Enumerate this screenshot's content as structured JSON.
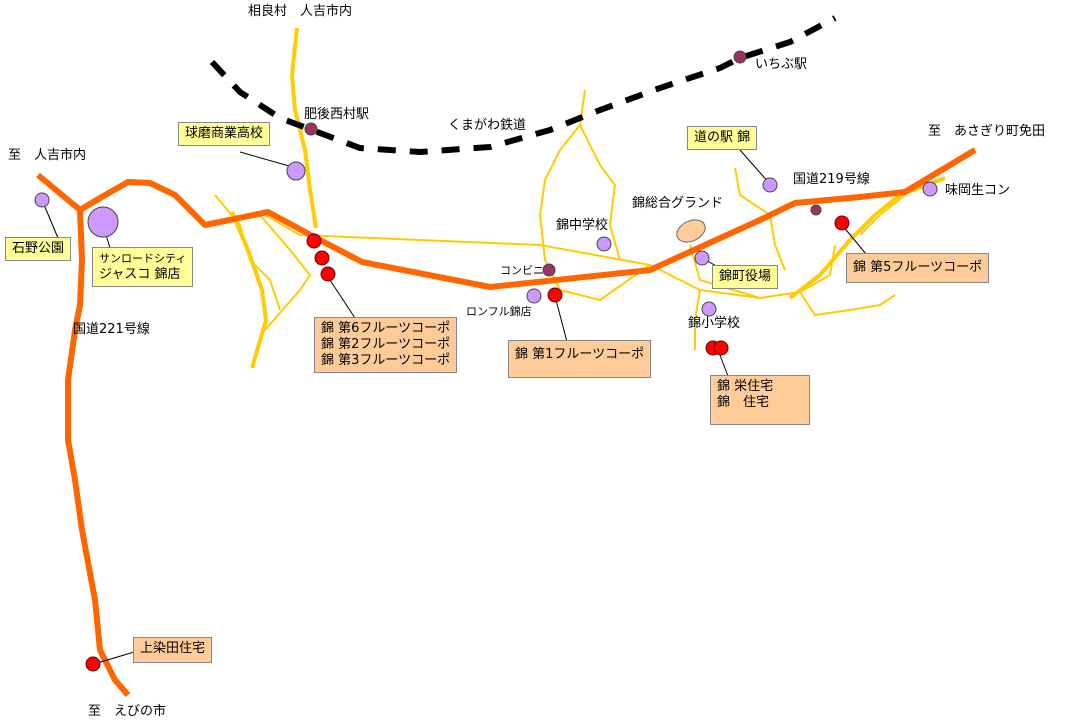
{
  "labels": {
    "north_dest": "相良村　人吉市内",
    "west_dest": "至　人吉市内",
    "east_dest": "至　あさぎり町免田",
    "south_dest": "至　えびの市",
    "railway": "くまがわ鉄道",
    "station_higo_nishimura": "肥後西村駅",
    "station_ichibu": "いちぶ駅",
    "route_219": "国道219号線",
    "route_221": "国道221号線",
    "nishiki_jhs": "錦中学校",
    "nishiki_sports_ground": "錦総合グランド",
    "misogi": "味岡生コン",
    "convenience": "コンビニ",
    "ronfuru": "ロンフル錦店",
    "nishiki_es": "錦小学校"
  },
  "callouts": {
    "kuma_hs": "球磨商業高校",
    "ishino_park": "石野公園",
    "jusco": [
      "サンロードシティ",
      "ジャスコ 錦店"
    ],
    "michi_no_eki": "道の駅 錦",
    "town_office": "錦町役場",
    "fruits_5": "錦 第5フルーツコーポ",
    "fruits_6_2_3": [
      "錦 第6フルーツコーポ",
      "錦 第2フルーツコーポ",
      "錦 第3フルーツコーポ"
    ],
    "fruits_1": "錦 第1フルーツコーポ",
    "sakae": [
      "錦 栄住宅",
      "錦　住宅"
    ],
    "kamisomeda": "上染田住宅"
  },
  "colors": {
    "main_road": "#ff6600",
    "local_road": "#ffcc00",
    "railway": "#000000",
    "facility": "#cc99ff",
    "station": "#993366",
    "housing": "#ff0000",
    "callout_yellow": "#ffff99",
    "callout_orange": "#ffcc99"
  }
}
